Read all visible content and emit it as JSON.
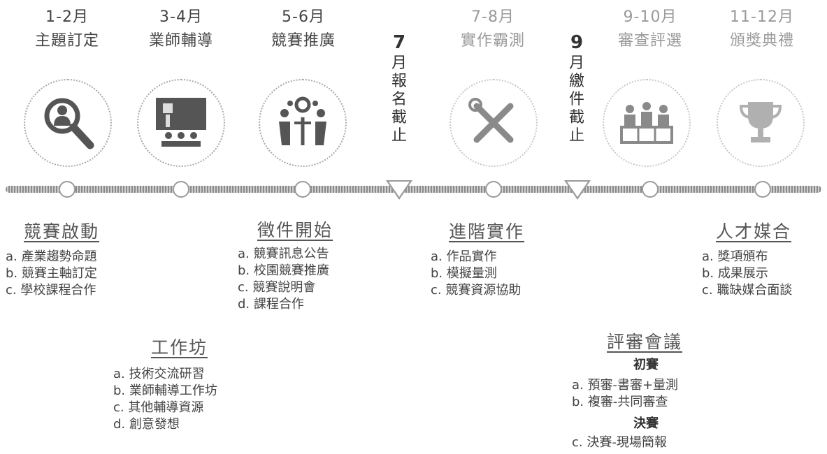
{
  "periods": [
    {
      "month": "1-2月",
      "task": "主題訂定"
    },
    {
      "month": "3-4月",
      "task": "業師輔導"
    },
    {
      "month": "5-6月",
      "task": "競賽推廣"
    },
    {
      "month": "7-8月",
      "task": "實作霸測"
    },
    {
      "month": "9-10月",
      "task": "審查評選"
    },
    {
      "month": "11-12月",
      "task": "頒獎典禮"
    }
  ],
  "deadlines": [
    {
      "num": "7",
      "text": [
        "月",
        "報",
        "名",
        "截",
        "止"
      ]
    },
    {
      "num": "9",
      "text": [
        "月",
        "繳",
        "件",
        "截",
        "止"
      ]
    }
  ],
  "sections": {
    "kickoff": {
      "title": "競賽啟動",
      "items": [
        "a. 產業趨勢命題",
        "b. 競賽主軸訂定",
        "c. 學校課程合作"
      ]
    },
    "workshop": {
      "title": "工作坊",
      "items": [
        "a. 技術交流研習",
        "b. 業師輔導工作坊",
        "c. 其他輔導資源",
        "d. 創意發想"
      ]
    },
    "entry": {
      "title": "徵件開始",
      "items": [
        "a. 競賽訊息公告",
        "b. 校園競賽推廣",
        "c. 競賽說明會",
        "d. 課程合作"
      ]
    },
    "practice": {
      "title": "進階實作",
      "items": [
        "a. 作品實作",
        "b. 模擬量測",
        "c. 競賽資源協助"
      ]
    },
    "talent": {
      "title": "人才媒合",
      "items": [
        "a. 獎項頒布",
        "b. 成果展示",
        "c. 職缺媒合面談"
      ]
    },
    "review": {
      "title": "評審會議",
      "prelim": "初賽",
      "prelim_items": [
        "a. 預審-書審+量測",
        "b. 複審-共同審查"
      ],
      "final": "決賽",
      "final_items": [
        "c. 決賽-現場簡報"
      ]
    }
  },
  "icons": [
    "magnifier-person-icon",
    "presentation-icon",
    "team-network-icon",
    "wrench-screwdriver-icon",
    "judges-panel-icon",
    "trophy-icon"
  ],
  "colors": {
    "dark": "#444444",
    "light": "#9a9a9a",
    "line": "#8a8a8a"
  }
}
